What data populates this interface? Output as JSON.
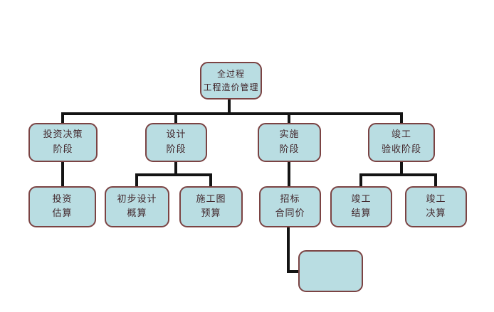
{
  "diagram": {
    "root": {
      "line1": "全过程",
      "line2": "工程造价管理"
    },
    "phases": [
      {
        "line1": "投资决策",
        "line2": "阶段"
      },
      {
        "line1": "设计",
        "line2": "阶段"
      },
      {
        "line1": "实施",
        "line2": "阶段"
      },
      {
        "line1": "竣工",
        "line2": "验收阶段"
      }
    ],
    "subs": [
      {
        "line1": "投资",
        "line2": "估算"
      },
      {
        "line1": "初步设计",
        "line2": "概算"
      },
      {
        "line1": "施工图",
        "line2": "预算"
      },
      {
        "line1": "招标",
        "line2": "合同价"
      },
      {
        "line1": "竣工",
        "line2": "结算"
      },
      {
        "line1": "竣工",
        "line2": "决算"
      }
    ],
    "empty_box": {
      "label": ""
    }
  },
  "colors": {
    "background": "#ffffff",
    "box_fill": "#b9dde2",
    "box_border": "#7b4343",
    "text": "#41262b",
    "connector": "#141414"
  }
}
